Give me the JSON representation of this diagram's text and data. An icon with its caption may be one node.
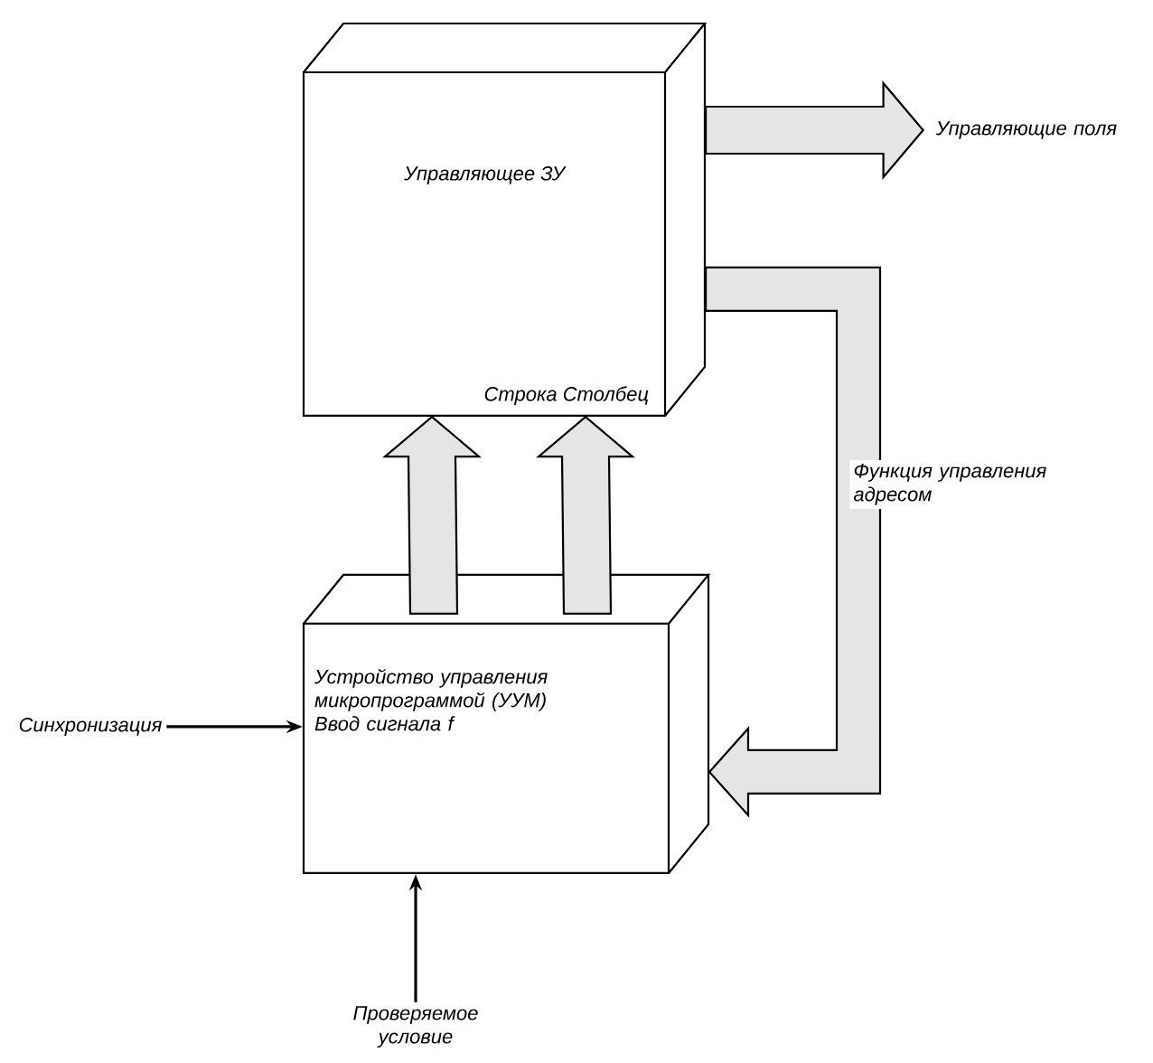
{
  "diagram": {
    "nodes": [
      {
        "text": [
          "Управляющее ЗУ",
          "Строка Столбец"
        ]
      },
      {
        "text": [
          "Устройство управления микропрограммой (УУМ)",
          "Ввод сигнала f"
        ]
      },
      {
        "text": [
          "Управляющие поля"
        ]
      },
      {
        "text": [
          "Синхронизация"
        ]
      },
      {
        "text": [
          "Проверяемое условие"
        ]
      }
    ],
    "edges": [
      {
        "from": 1,
        "to": 0,
        "arrow": "to"
      },
      {
        "from": 1,
        "to": 0,
        "arrow": "to"
      },
      {
        "from": 0,
        "to": 2,
        "arrow": "to"
      },
      {
        "from": 0,
        "to": 1,
        "arrow": "to",
        "label": "Функция управления адресом"
      },
      {
        "from": 3,
        "to": 1,
        "arrow": "to"
      },
      {
        "from": 4,
        "to": 1,
        "arrow": "to"
      }
    ]
  }
}
